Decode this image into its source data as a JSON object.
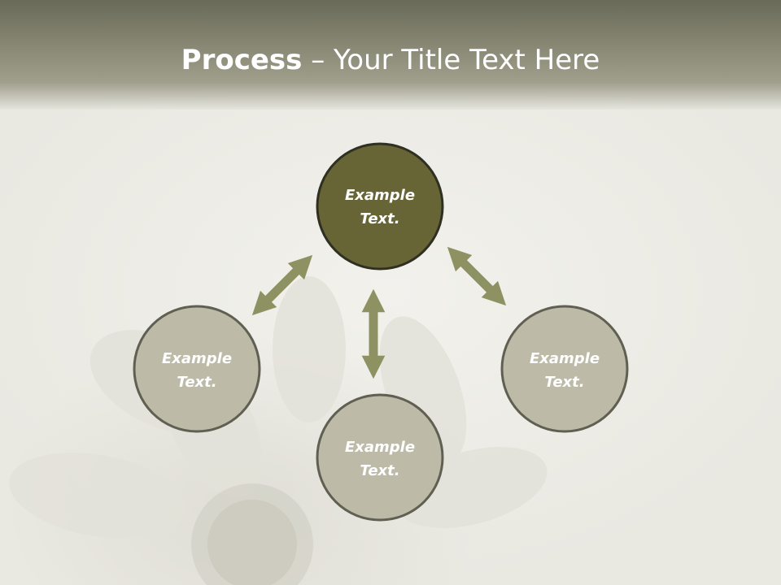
{
  "title": {
    "bold": "Process",
    "separator": " – ",
    "rest": "Your Title Text Here"
  },
  "diagram": {
    "nodes": [
      {
        "id": "top",
        "line1": "Example",
        "line2": "Text.",
        "fill": "#676536"
      },
      {
        "id": "left",
        "line1": "Example",
        "line2": "Text.",
        "fill": "#bdbba8"
      },
      {
        "id": "bottom",
        "line1": "Example",
        "line2": "Text.",
        "fill": "#bdbba8"
      },
      {
        "id": "right",
        "line1": "Example",
        "line2": "Text.",
        "fill": "#bdbba8"
      }
    ],
    "node_border": "#5f5f52",
    "arrow_color": "#8e9262"
  }
}
